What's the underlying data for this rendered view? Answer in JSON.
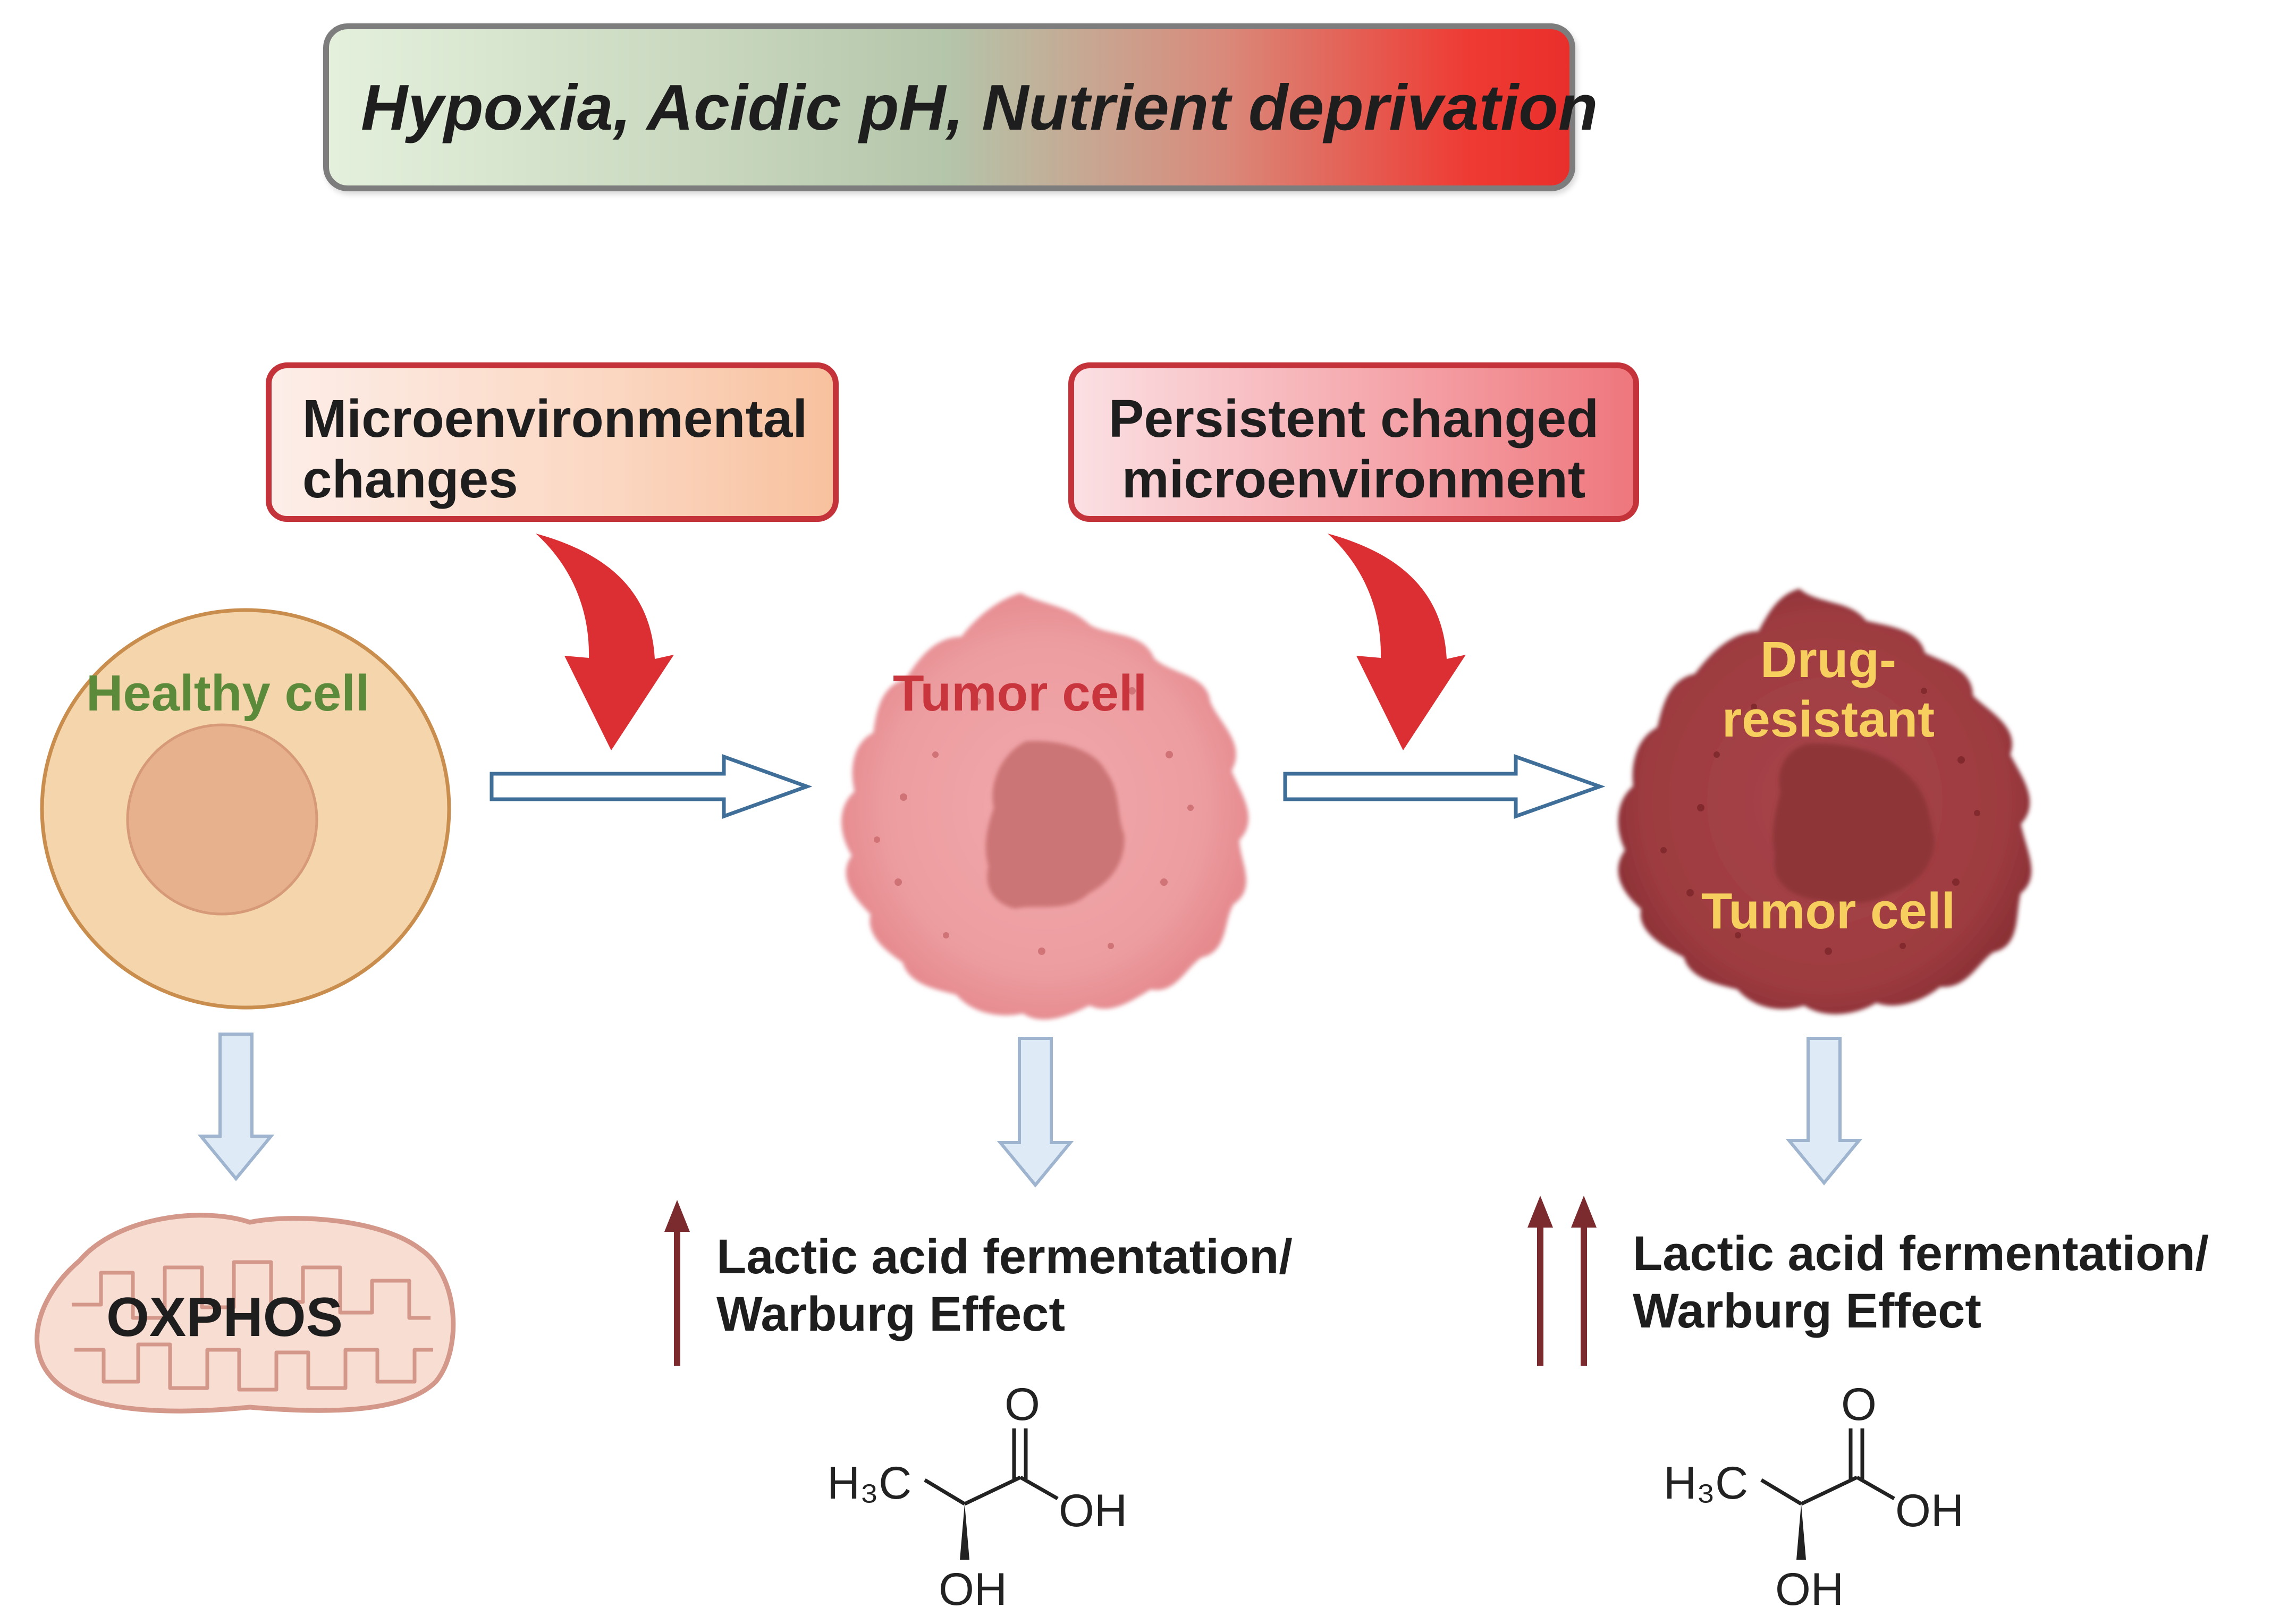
{
  "banner": {
    "text": "Hypoxia, Acidic pH, Nutrient deprivation"
  },
  "callouts": [
    {
      "line1": "Microenvironmental",
      "line2": "changes"
    },
    {
      "line1": "Persistent changed",
      "line2": "microenvironment"
    }
  ],
  "cells": {
    "healthy": {
      "label": "Healthy cell"
    },
    "tumor": {
      "label": "Tumor cell"
    },
    "resistant": {
      "line1": "Drug-",
      "line2": "resistant",
      "line3": "Tumor cell"
    }
  },
  "outcomes": {
    "oxphos": {
      "label": "OXPHOS"
    },
    "warburg_1": {
      "line1": "Lactic acid fermentation/",
      "line2": "Warburg Effect"
    },
    "warburg_2": {
      "line1": "Lactic acid fermentation/",
      "line2": "Warburg Effect"
    }
  },
  "lactic_acid": {
    "h3c": "H₃C",
    "o": "O",
    "oh": "OH"
  },
  "colors": {
    "healthy_label": "#5b8a3a",
    "tumor_label": "#c8353c",
    "resistant_label": "#f6cf5e",
    "flow_arrow": "#3f6f98",
    "curved_arrow": "#dc2f34",
    "up_arrow": "#7b2a2e"
  }
}
